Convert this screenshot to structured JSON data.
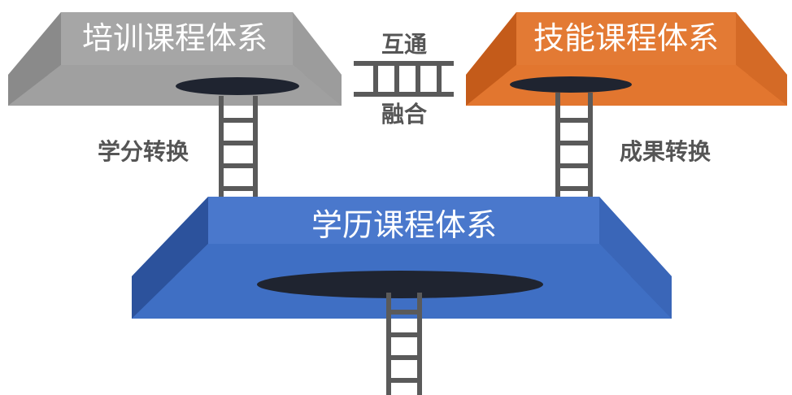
{
  "boxes": {
    "training": {
      "title": "培训课程体系",
      "color": "#9a9a9a"
    },
    "skill": {
      "title": "技能课程体系",
      "color": "#e2762f"
    },
    "academic": {
      "title": "学历课程体系",
      "color": "#3f6fc4"
    }
  },
  "labels": {
    "left": "学分转换",
    "right": "成果转换",
    "top": "互通",
    "bottom": "融合"
  }
}
